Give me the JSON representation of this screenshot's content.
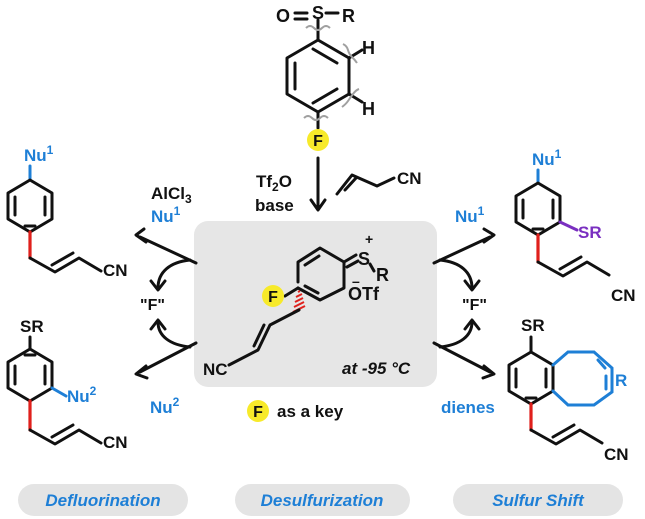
{
  "top_reagent": {
    "s_group": "S",
    "o": "O",
    "r": "R",
    "h1": "H",
    "h2": "H",
    "f": "F"
  },
  "conditions": {
    "reagent1": "Tf2O",
    "reagent1_main": "Tf",
    "reagent1_sub": "2",
    "reagent1_tail": "O",
    "reagent2": "base",
    "nitrile": "CN"
  },
  "center": {
    "s": "S",
    "plus": "+",
    "r": "R",
    "otf": "OTf",
    "otf_minus": "–",
    "f": "F",
    "cn": "NC",
    "temp": "at -95 °C",
    "key_f": "F",
    "key_text": "as a key"
  },
  "left": {
    "top": {
      "nu": "Nu",
      "nu_sup": "1",
      "cn": "CN"
    },
    "reagent_top": {
      "lewis": "AlCl",
      "lewis_sub": "3",
      "nu": "Nu",
      "nu_sup": "1"
    },
    "f_label": "\"F\"",
    "reagent_bottom": {
      "nu": "Nu",
      "nu_sup": "2"
    },
    "bottom": {
      "sr": "SR",
      "nu": "Nu",
      "nu_sup": "2",
      "cn": "CN"
    }
  },
  "right": {
    "reagent_top": {
      "nu": "Nu",
      "nu_sup": "1"
    },
    "top": {
      "nu": "Nu",
      "nu_sup": "1",
      "sr": "SR",
      "cn": "CN"
    },
    "f_label": "\"F\"",
    "reagent_bottom": "dienes",
    "bottom": {
      "sr": "SR",
      "r": "R",
      "cn": "CN"
    }
  },
  "footer": {
    "left": "Defluorination",
    "center": "Desulfurization",
    "right": "Sulfur Shift"
  },
  "colors": {
    "blue": "#1e7fd6",
    "red": "#e0201c",
    "purple": "#7a2fc0",
    "yellow": "#f7ea2a",
    "box": "#e6e6e6",
    "pill": "#e4e4e4"
  }
}
